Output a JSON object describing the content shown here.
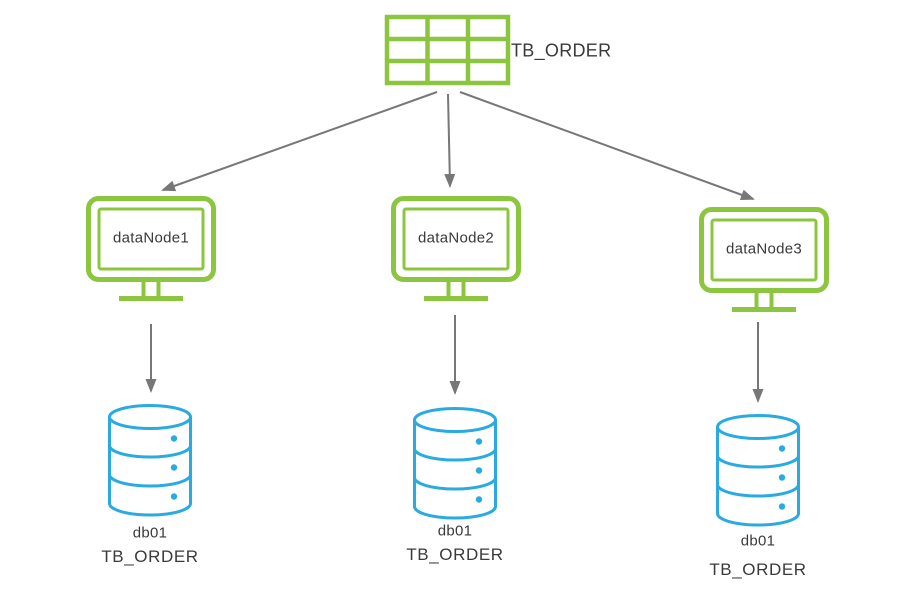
{
  "colors": {
    "green": "#8CC63F",
    "blue": "#29ABE2",
    "arrow": "#777777",
    "text": "#3A3A3A"
  },
  "table": {
    "label": "TB_ORDER"
  },
  "nodes": [
    {
      "label": "dataNode1",
      "db_name": "db01",
      "db_table": "TB_ORDER"
    },
    {
      "label": "dataNode2",
      "db_name": "db01",
      "db_table": "TB_ORDER"
    },
    {
      "label": "dataNode3",
      "db_name": "db01",
      "db_table": "TB_ORDER"
    }
  ]
}
